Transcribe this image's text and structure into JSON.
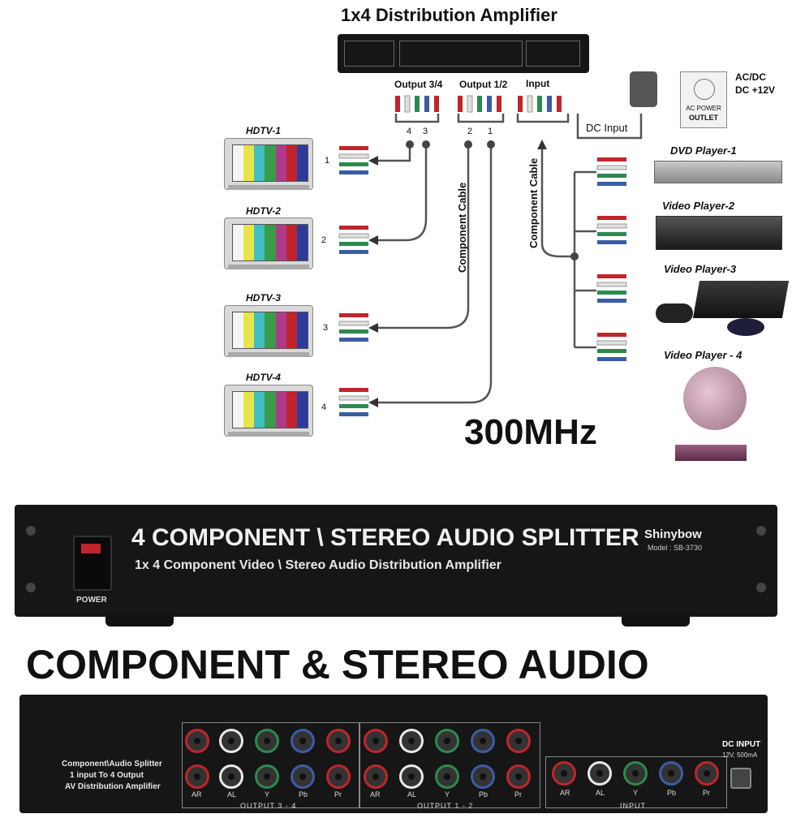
{
  "diagram": {
    "title": "1x4 Distribution Amplifier",
    "output34": "Output 3/4",
    "output12": "Output 1/2",
    "input": "Input",
    "dc_input": "DC Input",
    "acdc": "AC/DC",
    "dc12": "DC +12V",
    "outlet_line1": "AC POWER",
    "outlet_line2": "OUTLET",
    "cable_left": "Component Cable",
    "cable_right": "Component Cable",
    "port_nums": [
      "4",
      "3",
      "2",
      "1"
    ],
    "tvs": [
      {
        "label": "HDTV-1",
        "num": "1"
      },
      {
        "label": "HDTV-2",
        "num": "2"
      },
      {
        "label": "HDTV-3",
        "num": "3"
      },
      {
        "label": "HDTV-4",
        "num": "4"
      }
    ],
    "devices": [
      "DVD Player-1",
      "Video Player-2",
      "Video Player-3",
      "Video Player - 4"
    ],
    "frequency": "300MHz"
  },
  "front": {
    "heading": "4 COMPONENT \\ STEREO AUDIO SPLITTER",
    "subheading": "1x 4 Component Video \\ Stereo Audio Distribution Amplifier",
    "brand": "Shinybow",
    "model": "Model : SB-3730",
    "power": "POWER"
  },
  "banner": "COMPONENT & STEREO AUDIO",
  "rear": {
    "desc_line1": "Component\\Audio Splitter",
    "desc_line2": "1 input To 4 Output",
    "desc_line3": "AV Distribution Amplifier",
    "port_labels": [
      "AR",
      "AL",
      "Y",
      "Pb",
      "Pr"
    ],
    "group1": "OUTPUT 3 - 4",
    "group2": "OUTPUT 1 - 2",
    "group3": "INPUT",
    "dc_input": "DC INPUT",
    "dc_spec": "12V, 500mA"
  },
  "colors": {
    "red": "#c0252b",
    "white": "#e8e8e8",
    "green": "#2c8a4e",
    "blue": "#3b5ca8",
    "panel": "#161616"
  }
}
